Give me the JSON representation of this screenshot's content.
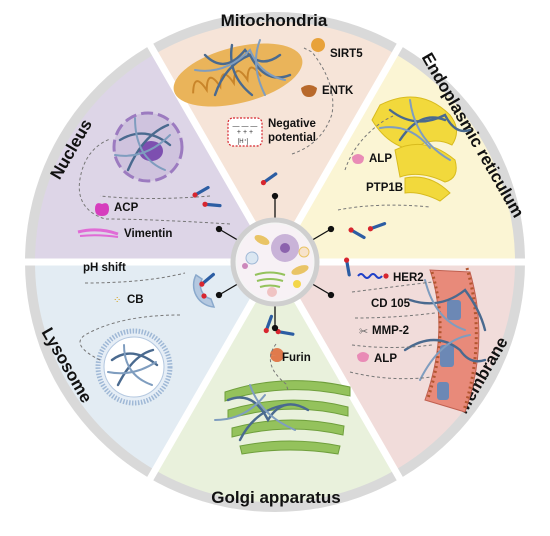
{
  "sectors": {
    "mitochondria": {
      "title": "Mitochondria",
      "fill": "#f6e4d8",
      "items": [
        "SIRT5",
        "ENTK"
      ],
      "note_line1": "Negative",
      "note_line2": "potential",
      "proton": "[H⁺]"
    },
    "er": {
      "title": "Endoplasmic reticulum",
      "fill": "#fbf5d4",
      "items": [
        "ALP",
        "PTP1B"
      ]
    },
    "membrane": {
      "title": "Membrane",
      "fill": "#f1dcda",
      "items": [
        "HER2",
        "CD 105",
        "MMP-2",
        "ALP"
      ]
    },
    "golgi": {
      "title": "Golgi apparatus",
      "fill": "#e9f1dc",
      "items": [
        "Furin"
      ]
    },
    "lysosome": {
      "title": "Lysosome",
      "fill": "#e3ecf3",
      "items": [
        "pH shift",
        "CB"
      ]
    },
    "nucleus": {
      "title": "Nucleus",
      "fill": "#ddd5e7",
      "items": [
        "ACP",
        "Vimentin"
      ]
    }
  },
  "colors": {
    "ring": "#d8d8d8",
    "fiber": "#4a6a8f",
    "molecule_red": "#d7262f",
    "molecule_blue": "#2c5da3",
    "enzyme_orange": "#e8a23a",
    "enzyme_magenta": "#d63cbd",
    "enzyme_pink": "#e98bb6",
    "enzyme_salmon": "#e07a4c",
    "mito_orange": "#eab45a",
    "er_yellow": "#f2d93c",
    "golgi_green": "#94c25c"
  },
  "icons": [
    "cell-center-icon",
    "fiber-network-icon",
    "molecule-icon",
    "enzyme-icon",
    "scissors-icon",
    "her2-wave-icon"
  ]
}
